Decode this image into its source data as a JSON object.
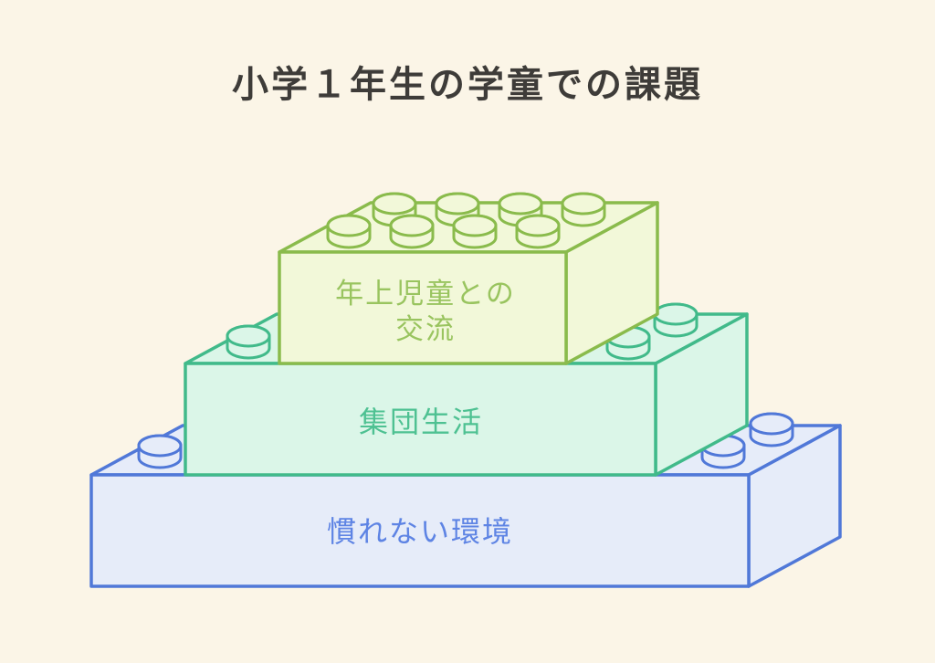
{
  "title": "小学１年生の学童での課題",
  "title_color": "#3e3c39",
  "background_color": "#fbf5e7",
  "diagram": {
    "type": "stacked-lego-bricks",
    "bricks": [
      {
        "id": "bottom",
        "label": "慣れない環境",
        "fill": "#e6ecf9",
        "stroke": "#5078d8",
        "label_color": "#5e84e4",
        "visible_studs": 3
      },
      {
        "id": "middle",
        "label": "集団生活",
        "fill": "#dbf6e8",
        "stroke": "#41ba8a",
        "label_color": "#4ec192",
        "visible_studs": 3
      },
      {
        "id": "top",
        "label": "年上児童との交流",
        "label_lines": [
          "年上児童との",
          "交流"
        ],
        "fill": "#f2f8d9",
        "stroke": "#8abb4c",
        "label_color": "#99c45f",
        "visible_studs": 8
      }
    ]
  }
}
